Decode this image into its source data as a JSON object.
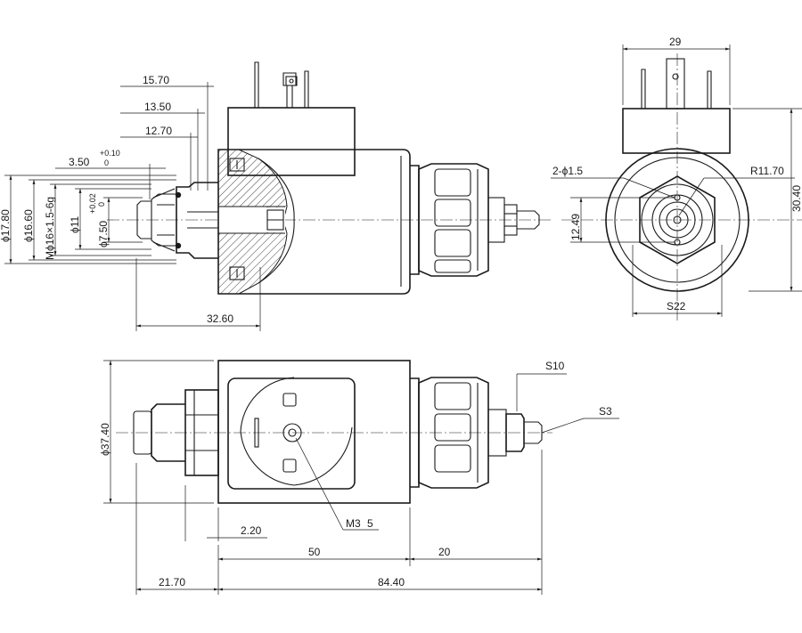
{
  "dims": {
    "d_15_70": "15.70",
    "d_13_50": "13.50",
    "d_12_70": "12.70",
    "d_3_50": "3.50",
    "tol_plus_010": "+0.10",
    "tol_zero_a": "0",
    "tol_plus_002": "+0.02",
    "tol_zero_b": "0",
    "phi_17_80": "ϕ17.80",
    "phi_16_60": "ϕ16.60",
    "thread_m16": "Mϕ16×1.5-6g",
    "phi_11": "ϕ11",
    "phi_7_50": "ϕ7.50",
    "d_32_60": "32.60",
    "d_29": "29",
    "holes": "2-ϕ1.5",
    "r_11_70": "R11.70",
    "d_12_49": "12.49",
    "d_30_40": "30.40",
    "s22": "S22",
    "phi_37_40": "ϕ37.40",
    "s10": "S10",
    "s3": "S3",
    "d_2_20": "2.20",
    "m3": "M3",
    "m3_depth": "5",
    "d_50": "50",
    "d_20": "20",
    "d_21_70": "21.70",
    "d_84_40": "84.40"
  }
}
